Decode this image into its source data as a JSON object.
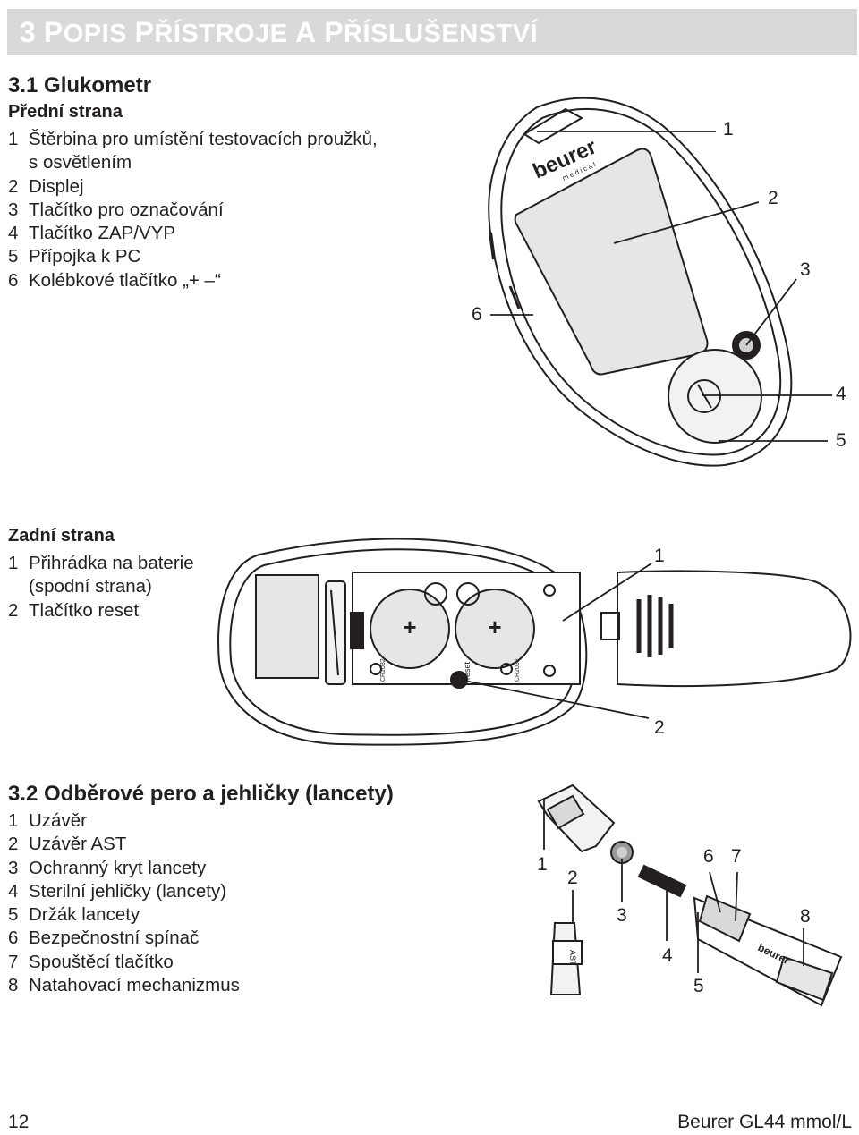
{
  "header": {
    "num": "3",
    "title_caps": [
      {
        "initial": "P",
        "rest": "OPIS"
      },
      {
        "initial": "P",
        "rest": "ŘÍSTROJE"
      },
      {
        "initial": "A",
        "rest": ""
      },
      {
        "initial": "P",
        "rest": "ŘÍSLUŠENSTVÍ"
      }
    ],
    "title": "3 Popis přístroje a příslušenství"
  },
  "section1": {
    "title": "3.1 Glukometr",
    "front": {
      "title": "Přední strana",
      "items": [
        {
          "n": "1",
          "text": "Štěrbina pro umístění testovacích proužků,"
        },
        {
          "n": "",
          "text": "s osvětlením"
        },
        {
          "n": "2",
          "text": "Displej"
        },
        {
          "n": "3",
          "text": "Tlačítko pro označování"
        },
        {
          "n": "4",
          "text": "Tlačítko ZAP/VYP"
        },
        {
          "n": "5",
          "text": "Přípojka k PC"
        },
        {
          "n": "6",
          "text": "Kolébkové tlačítko „+ –“"
        }
      ]
    },
    "back": {
      "title": "Zadní strana",
      "items": [
        {
          "n": "1",
          "text": "Přihrádka na baterie"
        },
        {
          "n": "",
          "text": "(spodní strana)"
        },
        {
          "n": "2",
          "text": "Tlačítko reset"
        }
      ]
    }
  },
  "section2": {
    "title": "3.2 Odběrové pero a jehličky (lancety)",
    "items": [
      {
        "n": "1",
        "text": "Uzávěr"
      },
      {
        "n": "2",
        "text": "Uzávěr AST"
      },
      {
        "n": "3",
        "text": "Ochranný kryt lancety"
      },
      {
        "n": "4",
        "text": "Sterilní jehličky (lancety)"
      },
      {
        "n": "5",
        "text": "Držák lancety"
      },
      {
        "n": "6",
        "text": "Bezpečnostní spínač"
      },
      {
        "n": "7",
        "text": "Spouštěcí tlačítko"
      },
      {
        "n": "8",
        "text": "Natahovací mechanizmus"
      }
    ]
  },
  "figure_front": {
    "labels": [
      "1",
      "2",
      "3",
      "4",
      "5",
      "6"
    ],
    "brand": "beurer",
    "brand_sub": "medical"
  },
  "figure_back": {
    "labels": [
      "1",
      "2"
    ],
    "battery_left": "CR2032",
    "battery_right": "CR2032",
    "reset": "reset"
  },
  "figure_pen": {
    "labels": [
      "1",
      "2",
      "3",
      "4",
      "5",
      "6",
      "7",
      "8"
    ],
    "ast": "AST",
    "brand": "beurer"
  },
  "footer": {
    "page": "12",
    "product": "Beurer GL44 mmol/L"
  }
}
